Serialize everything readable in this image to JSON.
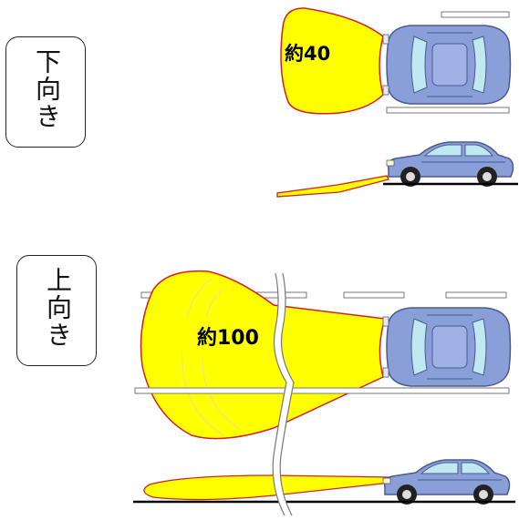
{
  "low_beam": {
    "label": "下向き",
    "distance": "約40"
  },
  "high_beam": {
    "label": "上向き",
    "distance": "約100"
  },
  "colors": {
    "beam_fill": "#ffff00",
    "beam_outline": "#d42020",
    "car_body": "#8a9fd8",
    "car_dark": "#4a5a90",
    "window": "#bfe8f0",
    "road_line": "#000000"
  }
}
